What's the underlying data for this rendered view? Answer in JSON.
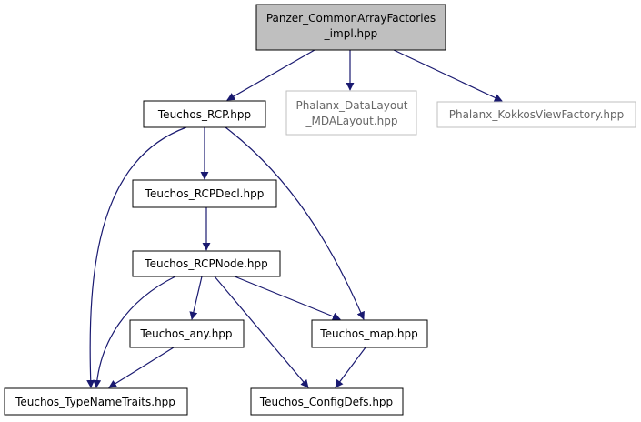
{
  "colors": {
    "edge": "#191970",
    "root_fill": "#bfbfbf",
    "node_border": "#000000",
    "external_border": "#bfbfbf",
    "external_text": "#666666"
  },
  "nodes": {
    "root": {
      "line1": "Panzer_CommonArrayFactories",
      "line2": "_impl.hpp"
    },
    "rcp": {
      "label": "Teuchos_RCP.hpp"
    },
    "datalayout": {
      "line1": "Phalanx_DataLayout",
      "line2": "_MDALayout.hpp"
    },
    "kokkos": {
      "label": "Phalanx_KokkosViewFactory.hpp"
    },
    "rcpdecl": {
      "label": "Teuchos_RCPDecl.hpp"
    },
    "rcpnode": {
      "label": "Teuchos_RCPNode.hpp"
    },
    "any": {
      "label": "Teuchos_any.hpp"
    },
    "map": {
      "label": "Teuchos_map.hpp"
    },
    "typename": {
      "label": "Teuchos_TypeNameTraits.hpp"
    },
    "configdefs": {
      "label": "Teuchos_ConfigDefs.hpp"
    }
  }
}
